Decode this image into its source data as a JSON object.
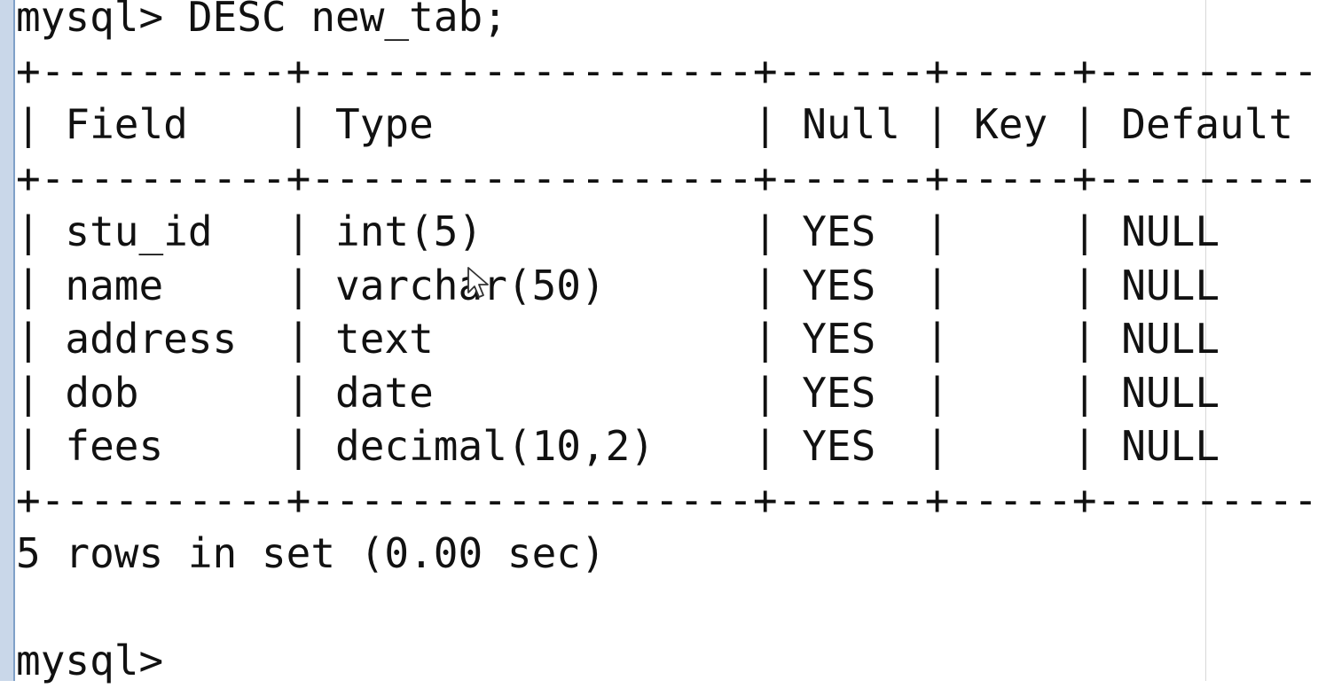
{
  "terminal": {
    "prompt": "mysql> ",
    "command": "DESC new_tab;",
    "separator": "+----------+------------------+------+-----+---------",
    "header": "| Field    | Type             | Null | Key | Default",
    "rows": [
      "| stu_id   | int(5)           | YES  |     | NULL",
      "| name     | varchar(50)      | YES  |     | NULL",
      "| address  | text             | YES  |     | NULL",
      "| dob      | date             | YES  |     | NULL",
      "| fees     | decimal(10,2)    | YES  |     | NULL"
    ],
    "result": "5 rows in set (0.00 sec)",
    "blank": "",
    "final_prompt": "mysql>"
  },
  "icons": {
    "cursor": "mouse-pointer-icon"
  }
}
